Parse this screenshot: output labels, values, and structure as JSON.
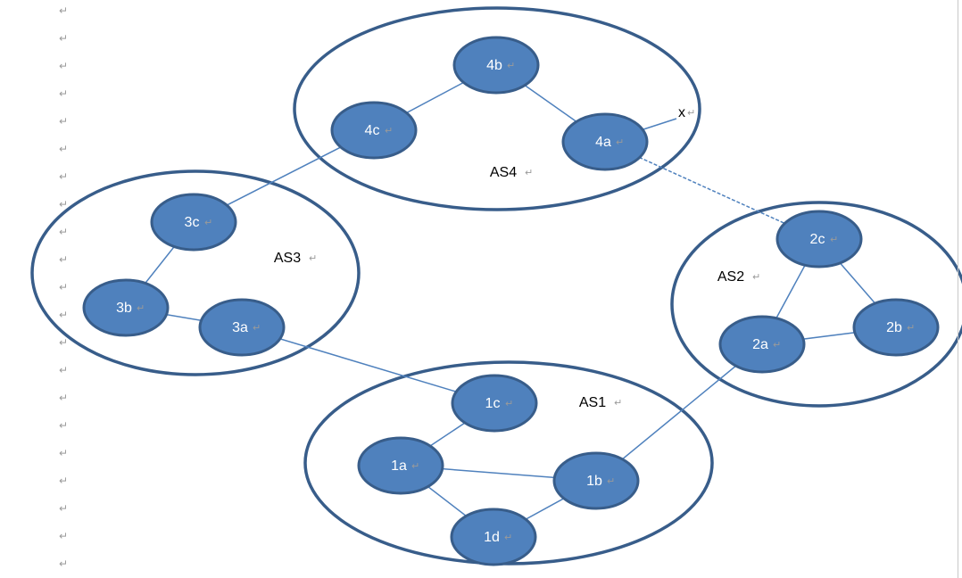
{
  "colors": {
    "node_fill": "#4f81bd",
    "node_stroke": "#385d8a",
    "region_stroke": "#385d8a",
    "link": "#4f81bd",
    "paragraph_mark": "#9a9a9a"
  },
  "paragraph_mark": "↵",
  "regions": [
    {
      "id": "as1",
      "label": "AS1"
    },
    {
      "id": "as2",
      "label": "AS2"
    },
    {
      "id": "as3",
      "label": "AS3"
    },
    {
      "id": "as4",
      "label": "AS4"
    }
  ],
  "nodes": [
    {
      "id": "4b",
      "label": "4b",
      "region": "as4"
    },
    {
      "id": "4c",
      "label": "4c",
      "region": "as4"
    },
    {
      "id": "4a",
      "label": "4a",
      "region": "as4"
    },
    {
      "id": "3c",
      "label": "3c",
      "region": "as3"
    },
    {
      "id": "3b",
      "label": "3b",
      "region": "as3"
    },
    {
      "id": "3a",
      "label": "3a",
      "region": "as3"
    },
    {
      "id": "2c",
      "label": "2c",
      "region": "as2"
    },
    {
      "id": "2a",
      "label": "2a",
      "region": "as2"
    },
    {
      "id": "2b",
      "label": "2b",
      "region": "as2"
    },
    {
      "id": "1c",
      "label": "1c",
      "region": "as1"
    },
    {
      "id": "1a",
      "label": "1a",
      "region": "as1"
    },
    {
      "id": "1b",
      "label": "1b",
      "region": "as1"
    },
    {
      "id": "1d",
      "label": "1d",
      "region": "as1"
    }
  ],
  "links": [
    {
      "from": "4c",
      "to": "4b",
      "style": "solid"
    },
    {
      "from": "4b",
      "to": "4a",
      "style": "solid"
    },
    {
      "from": "4c",
      "to": "3c",
      "style": "solid"
    },
    {
      "from": "3c",
      "to": "3b",
      "style": "solid"
    },
    {
      "from": "3b",
      "to": "3a",
      "style": "solid"
    },
    {
      "from": "3a",
      "to": "1c",
      "style": "solid"
    },
    {
      "from": "1c",
      "to": "1a",
      "style": "solid"
    },
    {
      "from": "1a",
      "to": "1b",
      "style": "solid"
    },
    {
      "from": "1a",
      "to": "1d",
      "style": "solid"
    },
    {
      "from": "1d",
      "to": "1b",
      "style": "solid"
    },
    {
      "from": "1b",
      "to": "2a",
      "style": "solid"
    },
    {
      "from": "2a",
      "to": "2c",
      "style": "solid"
    },
    {
      "from": "2c",
      "to": "2b",
      "style": "solid"
    },
    {
      "from": "2a",
      "to": "2b",
      "style": "solid"
    },
    {
      "from": "4a",
      "to": "2c",
      "style": "dashed"
    }
  ],
  "annotations": [
    {
      "id": "x",
      "label": "x"
    }
  ]
}
